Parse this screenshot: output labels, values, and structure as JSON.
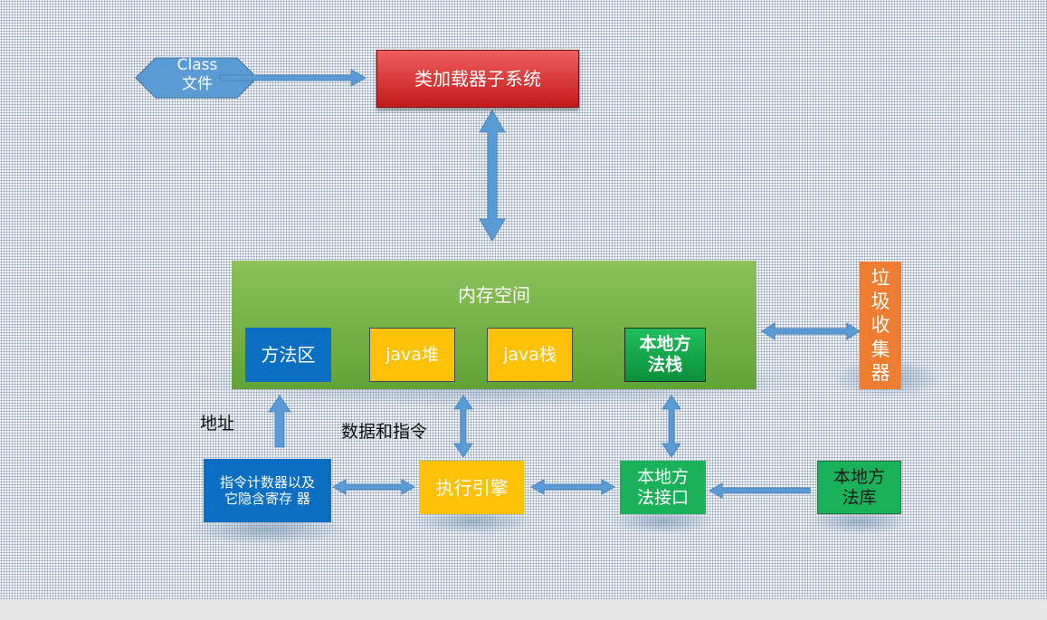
{
  "class_file": {
    "line1": "Class",
    "line2": "文件"
  },
  "classloader": {
    "label": "类加载器子系统"
  },
  "memory": {
    "title": "内存空间",
    "method_area": "方法区",
    "java_heap": "java堆",
    "java_stack": "java栈",
    "native_stack_line1": "本地方",
    "native_stack_line2": "法栈"
  },
  "gc": {
    "chars": [
      "垃",
      "圾",
      "收",
      "集",
      "器"
    ]
  },
  "pc_register": {
    "line1": "指令计数器以及",
    "line2": "它隐含寄存 器"
  },
  "exec_engine": {
    "label": "执行引擎"
  },
  "native_interface": {
    "line1": "本地方",
    "line2": "法接口"
  },
  "native_library": {
    "line1": "本地方",
    "line2": "法库"
  },
  "labels": {
    "address": "地址",
    "data_and_instructions": "数据和指令"
  },
  "colors": {
    "arrow": "#5b9bd5",
    "classloader": "#d63a3a",
    "memory": "#76b14a",
    "blue": "#0a6fc2",
    "yellow": "#ffc107",
    "green": "#19b25a",
    "orange": "#ee7d31"
  }
}
